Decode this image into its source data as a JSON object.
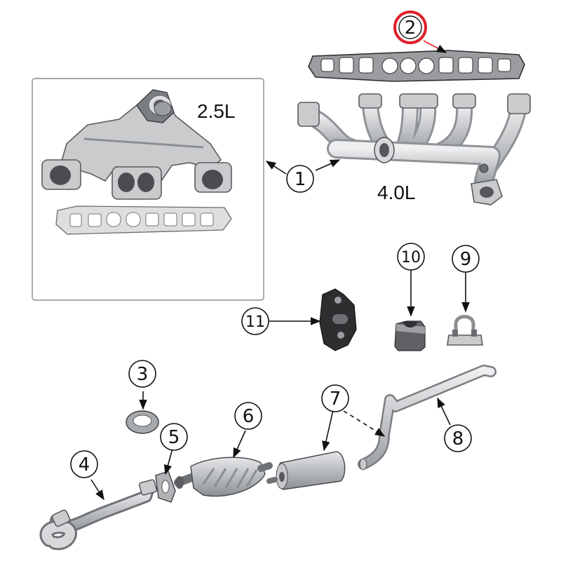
{
  "labels": {
    "engine_small": "2.5L",
    "engine_large": "4.0L"
  },
  "callouts": [
    {
      "id": "c1",
      "number": "1"
    },
    {
      "id": "c2",
      "number": "2",
      "highlighted": true
    },
    {
      "id": "c3",
      "number": "3"
    },
    {
      "id": "c4",
      "number": "4"
    },
    {
      "id": "c5",
      "number": "5"
    },
    {
      "id": "c6",
      "number": "6"
    },
    {
      "id": "c7",
      "number": "7"
    },
    {
      "id": "c8",
      "number": "8"
    },
    {
      "id": "c9",
      "number": "9"
    },
    {
      "id": "c10",
      "number": "10"
    },
    {
      "id": "c11",
      "number": "11"
    }
  ],
  "colors": {
    "highlight": "#e0202a",
    "ink": "#111111",
    "metal": "#c9cbcd",
    "metal_dark": "#7a7d82",
    "box_border": "#8a8c90"
  }
}
